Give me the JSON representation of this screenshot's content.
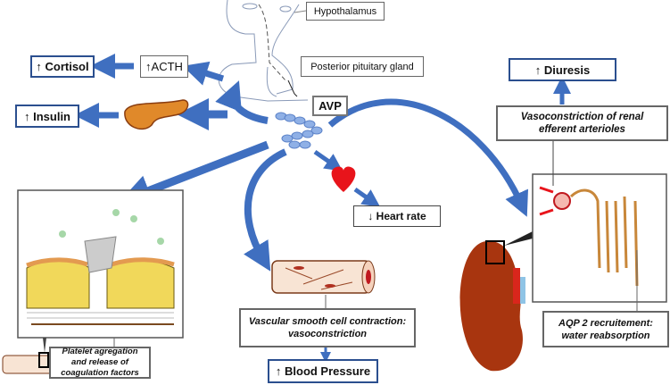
{
  "labels": {
    "hypothalamus": "Hypothalamus",
    "posterior_pituitary": "Posterior pituitary gland",
    "avp": "AVP",
    "acth": "↑ACTH",
    "cortisol": "↑ Cortisol",
    "insulin": "↑ Insulin",
    "diuresis": "↑ Diuresis",
    "renal_vasoconstriction": "Vasoconstriction of renal efferent arterioles",
    "heart_rate": "↓ Heart rate",
    "vascular_contraction": "Vascular smooth cell contraction: vasoconstriction",
    "blood_pressure": "↑ Blood Pressure",
    "aqp2": "AQP 2 recruitement: water reabsorption",
    "platelet": "Platelet agregation and release of coagulation factors"
  },
  "colors": {
    "arrow": "#3f6fc0",
    "box_border": "#2b4f8f",
    "heart": "#e8141b",
    "kidney": "#a8350f",
    "pancreas": "#e0892a"
  }
}
